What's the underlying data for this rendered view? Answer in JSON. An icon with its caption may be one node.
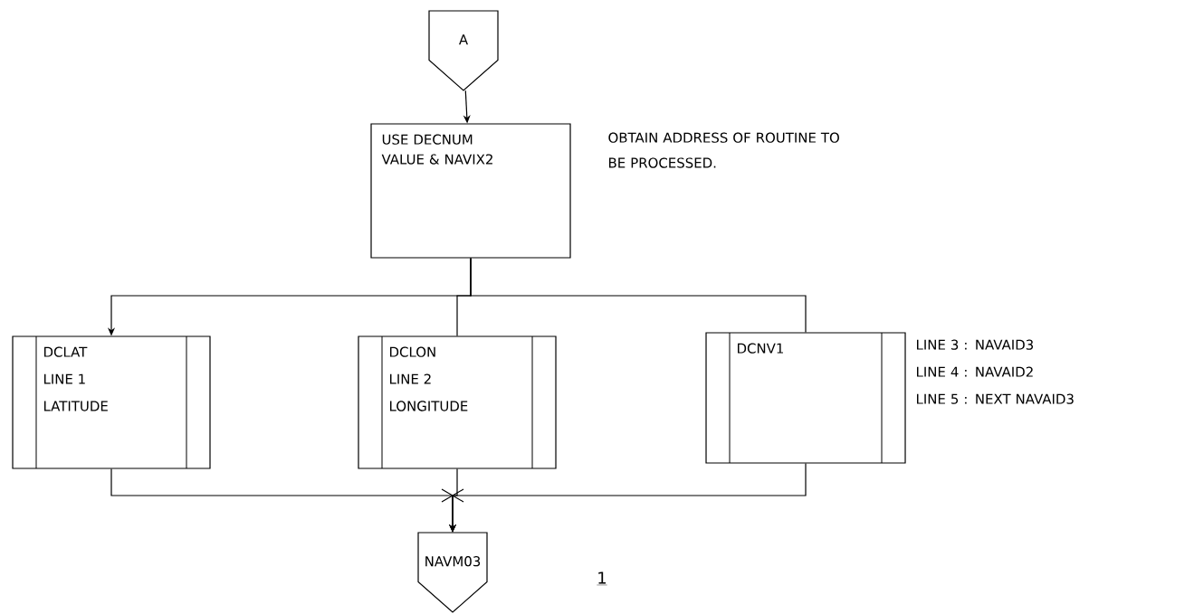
{
  "diagram": {
    "nodes": [
      {
        "text": [
          "A"
        ]
      },
      {
        "text": [
          "USE DECNUM VALUE & NAVIX2"
        ],
        "beside": [
          "OBTAIN ADDRESS OF ROUTINE TO BE PROCESSED."
        ]
      },
      {
        "text": [
          "DCLAT",
          "LINE 1",
          "LATITUDE"
        ]
      },
      {
        "text": [
          "DCLON",
          "LINE 2",
          "LONGITUDE"
        ]
      },
      {
        "text": [
          "DCNV1"
        ],
        "beside": [
          "LINE 3 : NAVAID3",
          "LINE 4 : NAVAID2",
          "LINE 5 : NEXT NAVAID3"
        ]
      },
      {
        "text": [
          "NAVM03"
        ]
      }
    ],
    "edges": [
      {
        "from": 0,
        "to": 1,
        "arrow": "to"
      },
      {
        "from": 1,
        "to": 2,
        "arrow": "to"
      },
      {
        "from": 1,
        "to": 3,
        "arrow": "none"
      },
      {
        "from": 1,
        "to": 4,
        "arrow": "none"
      },
      {
        "from": 2,
        "to": 5,
        "arrow": "to"
      },
      {
        "from": 3,
        "to": 5,
        "arrow": "to"
      },
      {
        "from": 4,
        "to": 5,
        "arrow": "to"
      }
    ],
    "labels": [
      "1"
    ]
  }
}
